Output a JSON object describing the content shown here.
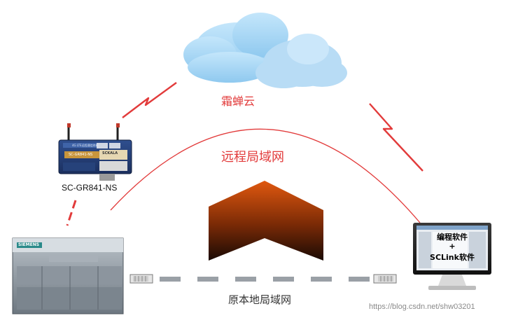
{
  "cloud": {
    "label": "霜蝉云"
  },
  "remote_network": {
    "label": "远程局域网"
  },
  "local_network": {
    "label": "原本地局域网"
  },
  "router": {
    "model": "SC-GR841-NS",
    "badge_text": "4G LTE远程通信终端",
    "plate_text": "SC-GR841-NS",
    "brand": "SCKALA"
  },
  "pc": {
    "line1": "编程软件",
    "line2": "+",
    "line3": "SCLink软件"
  },
  "plc": {
    "brand": "SIEMENS"
  },
  "watermark": "https://blog.csdn.net/shw03201",
  "colors": {
    "accent_red": "#e23b3b",
    "arrow_top": "#e0580f",
    "arrow_bottom": "#1a0a04",
    "cloud": "#a9d6f2"
  }
}
